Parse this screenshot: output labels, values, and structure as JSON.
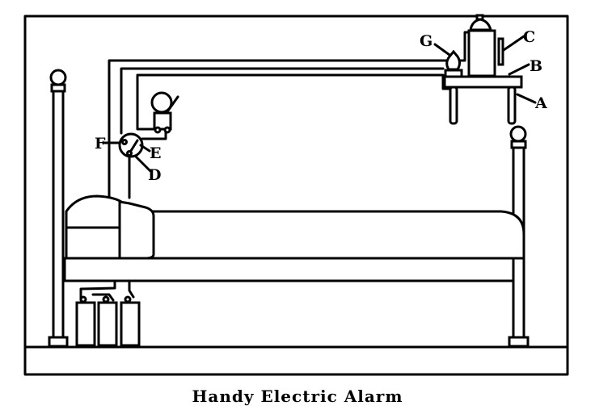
{
  "caption": "Handy Electric Alarm",
  "labels": {
    "A": "A",
    "B": "B",
    "C": "C",
    "D": "D",
    "E": "E",
    "F": "F",
    "G": "G"
  }
}
